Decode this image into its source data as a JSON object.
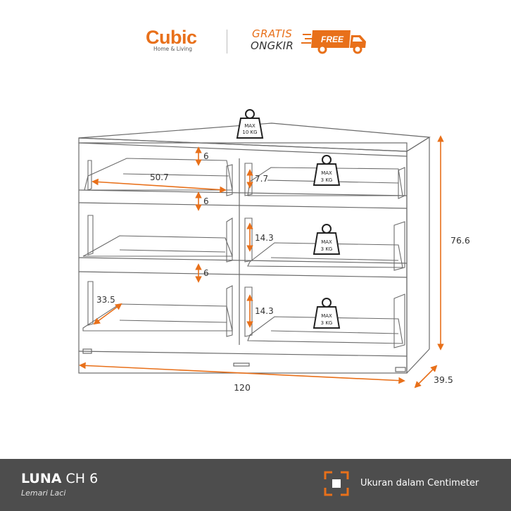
{
  "brand": {
    "name": "Cubic",
    "tagline": "Home & Living"
  },
  "promo": {
    "line1": "GRATIS",
    "line2": "ONGKIR",
    "truck_label": "FREE"
  },
  "diagram": {
    "weights": {
      "top": [
        "MAX",
        "10 KG"
      ],
      "drawer1": [
        "MAX",
        "3 KG"
      ],
      "drawer2": [
        "MAX",
        "3 KG"
      ],
      "drawer3": [
        "MAX",
        "3 KG"
      ]
    },
    "dimensions": {
      "width": "120",
      "height": "76.6",
      "depth": "39.5",
      "drawer_width": "50.7",
      "drawer_depth": "33.5",
      "gap_top": "6",
      "gap_mid1": "6",
      "gap_mid2": "6",
      "drawer_height_top": "7.7",
      "drawer_height_mid": "14.3",
      "drawer_height_bottom": "14.3"
    }
  },
  "footer": {
    "product_name": "LUNA",
    "product_model": "CH 6",
    "product_type": "Lemari Laci",
    "measure_note": "Ukuran dalam Centimeter"
  },
  "colors": {
    "accent": "#e8701a",
    "footer_bg": "#4d4d4d",
    "line": "#6b6b6b"
  }
}
